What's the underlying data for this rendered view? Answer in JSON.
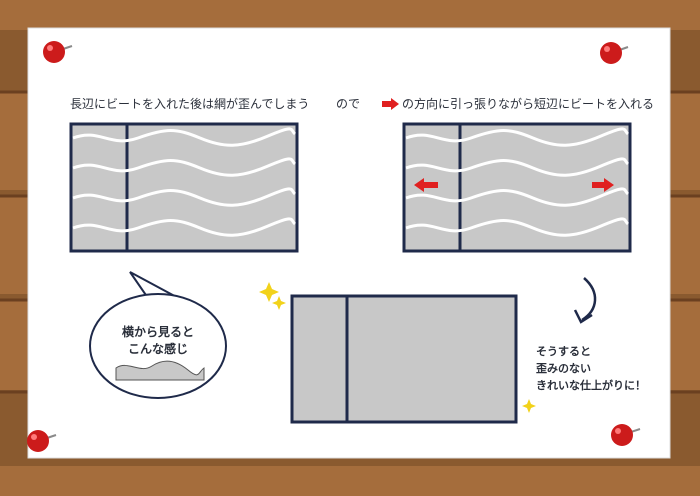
{
  "instruction": {
    "left_caption": "長辺にビートを入れた後は網が歪んでしまう",
    "connector": "ので",
    "right_caption": "の方向に引っ張りながら短辺にビートを入れる"
  },
  "bubble": {
    "line1": "横から見ると",
    "line2": "こんな感じ"
  },
  "result": {
    "line1": "そうすると",
    "line2": "歪みのない",
    "line3": "きれいな仕上がりに！"
  },
  "colors": {
    "wood": "#a06a3b",
    "wood_dark": "#7a4a22",
    "board": "#ffffff",
    "frame_stroke": "#1f2a4a",
    "mesh_fill": "#c8c8c8",
    "wave": "#ffffff",
    "pin": "#cc1b1b",
    "arrow": "#e02020",
    "sparkle": "#f2d21a"
  },
  "icons": [
    "pushpin-icon",
    "right-arrow-icon",
    "left-arrow-icon",
    "curved-down-arrow-icon",
    "sparkle-icon",
    "speech-bubble-icon"
  ]
}
